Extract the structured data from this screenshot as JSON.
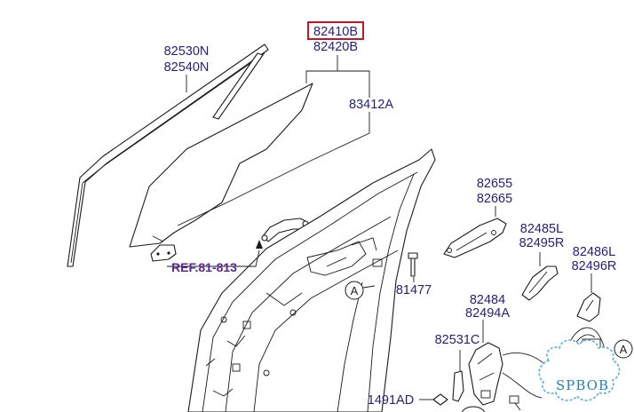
{
  "diagram": {
    "labels": {
      "glass_run_front": "82530N",
      "glass_run_rear": "82540N",
      "glass_lh_highlighted": "82410B",
      "glass_rh": "82420B",
      "glass_channel": "83412A",
      "regulator_front": "82655",
      "regulator_rear": "82665",
      "handle_cover_l": "82485L",
      "handle_cover_r": "82495R",
      "handle_cover_l2": "82486L",
      "handle_cover_r2": "82496R",
      "bolt": "81477",
      "handle_assy_front": "82484",
      "handle_assy_rear": "82494A",
      "striker": "82531C",
      "clip": "1491AD",
      "reference": "REF.81-813"
    },
    "callouts": {
      "a1": "A",
      "a2": "A"
    },
    "highlight_color": "#c0182a",
    "label_color": "#23237a",
    "reference_color": "#5a2a8c"
  },
  "watermark": {
    "text": "SPBOB",
    "color": "#2a7fb0"
  }
}
